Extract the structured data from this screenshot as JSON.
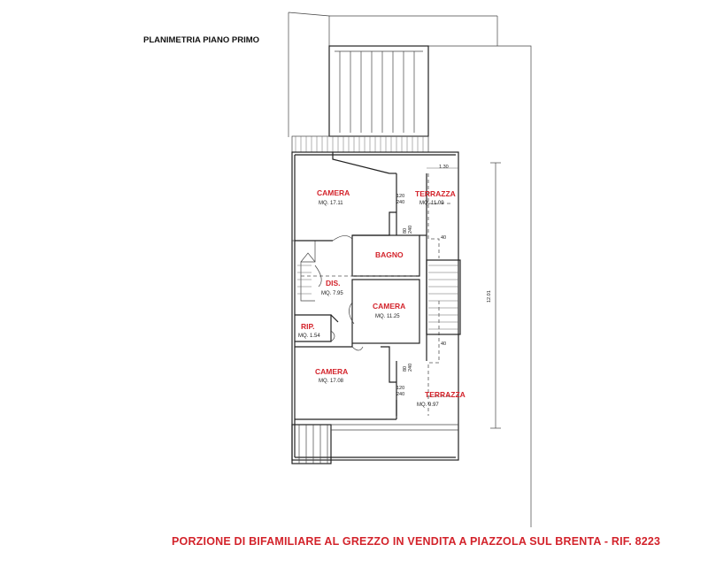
{
  "plan_title": "PLANIMETRIA PIANO PRIMO",
  "rooms": [
    {
      "name": "CAMERA",
      "area": "MQ. 17.11"
    },
    {
      "name": "TERRAZZA",
      "area": "MQ. 11.09"
    },
    {
      "name": "BAGNO"
    },
    {
      "name": "DIS.",
      "area": "MQ. 7.95"
    },
    {
      "name": "CAMERA",
      "area": "MQ. 11.25"
    },
    {
      "name": "RIP.",
      "area": "MQ. 1.54"
    },
    {
      "name": "CAMERA",
      "area": "MQ. 17.08"
    },
    {
      "name": "TERRAZZA",
      "area": "MQ. 9.97"
    }
  ],
  "dimensions": [
    "1.30",
    "120",
    "240",
    "240",
    "80",
    "40",
    "12.01",
    "40",
    "240",
    "80",
    "120",
    "240"
  ],
  "footer_caption": "PORZIONE DI BIFAMILIARE AL GREZZO IN VENDITA A PIAZZOLA SUL BRENTA - RIF. 8223"
}
